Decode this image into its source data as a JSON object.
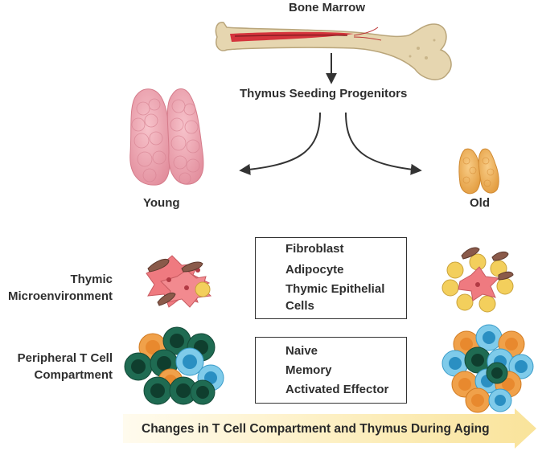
{
  "labels": {
    "bone_marrow": "Bone Marrow",
    "tsp": "Thymus Seeding Progenitors",
    "young": "Young",
    "old": "Old",
    "thymic_line1": "Thymic",
    "thymic_line2": "Microenvironment",
    "peripheral_line1": "Peripheral T Cell",
    "peripheral_line2": "Compartment"
  },
  "legend_stroma": {
    "items": [
      "Fibroblast",
      "Adipocyte",
      "Thymic Epithelial",
      "Cells"
    ]
  },
  "legend_tcells": {
    "items": [
      "Naive",
      "Memory",
      "Activated Effector"
    ]
  },
  "banner": {
    "text": "Changes in T Cell Compartment and Thymus During Aging"
  },
  "colors": {
    "naive": "#1f6b52",
    "memory": "#3ba9d8",
    "effector": "#e8892e",
    "epithelial": "#ef7a80",
    "fibroblast": "#8a5a4a",
    "adipocyte": "#f3cf5c",
    "thymus_young": "#efa9b4",
    "thymus_old": "#f2b460",
    "banner": "#fbe9b0"
  }
}
